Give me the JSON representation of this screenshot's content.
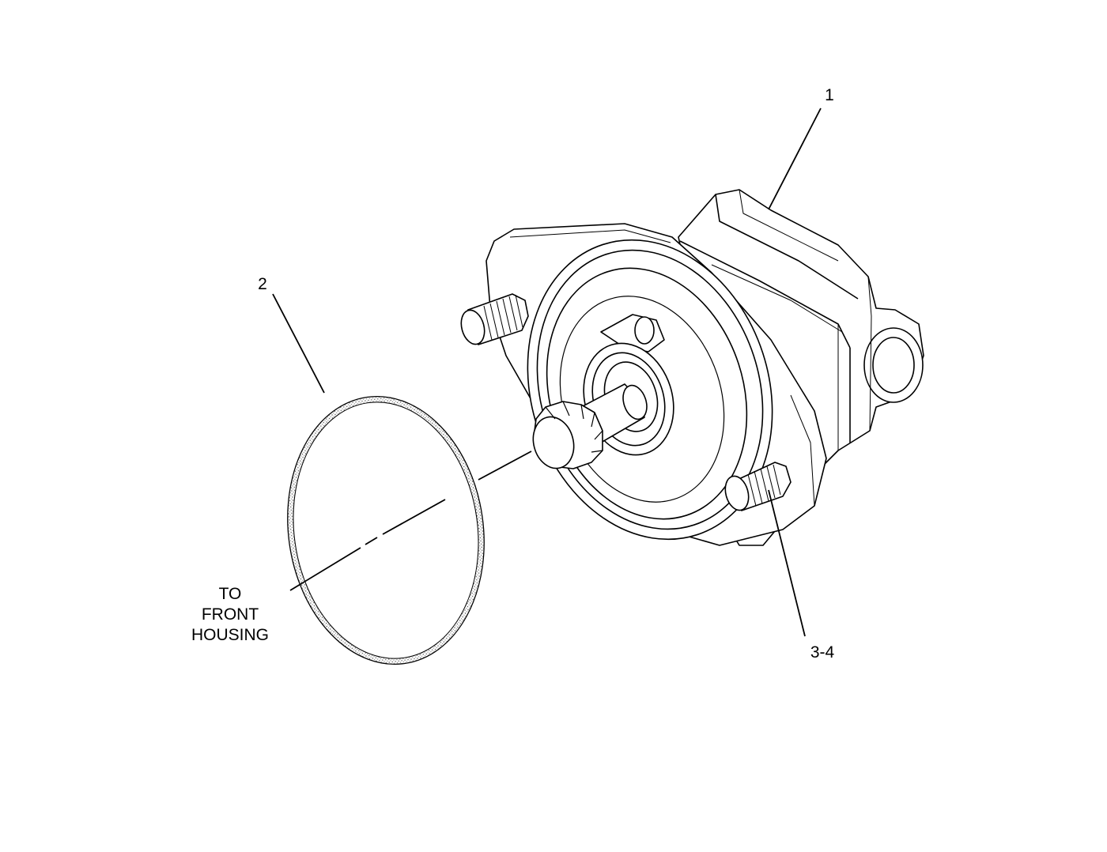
{
  "callouts": {
    "part_1": "1",
    "part_2": "2",
    "part_3_4": "3-4"
  },
  "note": {
    "line1": "TO",
    "line2": "FRONT",
    "line3": "HOUSING"
  },
  "colors": {
    "ink": "#000000",
    "background": "#ffffff",
    "gasket_stipple": "#555555"
  }
}
